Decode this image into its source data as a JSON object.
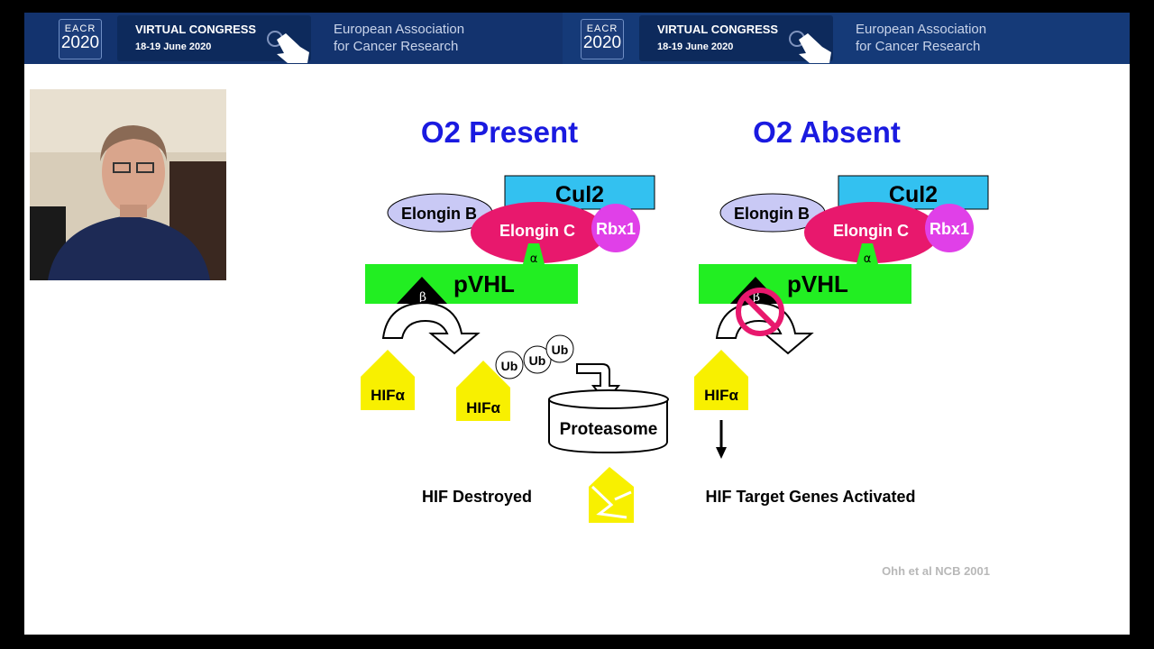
{
  "banner": {
    "logo_top": "EACR",
    "logo_year": "2020",
    "congress_title": "VIRTUAL CONGRESS",
    "congress_dates": "18-19 June 2020",
    "org_line1": "European Association",
    "org_line2": "for Cancer Research"
  },
  "slide": {
    "left_heading": "O2 Present",
    "right_heading": "O2 Absent",
    "cul2": "Cul2",
    "elongin_b": "Elongin B",
    "elongin_c": "Elongin C",
    "rbx1": "Rbx1",
    "alpha": "α",
    "beta": "β",
    "pvhl": "pVHL",
    "hif": "HIFα",
    "ub": "Ub",
    "proteasome": "Proteasome",
    "hif_destroyed": "HIF Destroyed",
    "hif_activated": "HIF Target Genes Activated",
    "citation": "Ohh et al NCB 2001"
  },
  "colors": {
    "heading": "#1a1ae0",
    "cul2": "#33c1f0",
    "elongin_b": "#c9c9f5",
    "elongin_c": "#e8186d",
    "rbx1": "#e040e8",
    "pvhl": "#22ee22",
    "hif": "#f8f000",
    "banner": "#13336e"
  }
}
